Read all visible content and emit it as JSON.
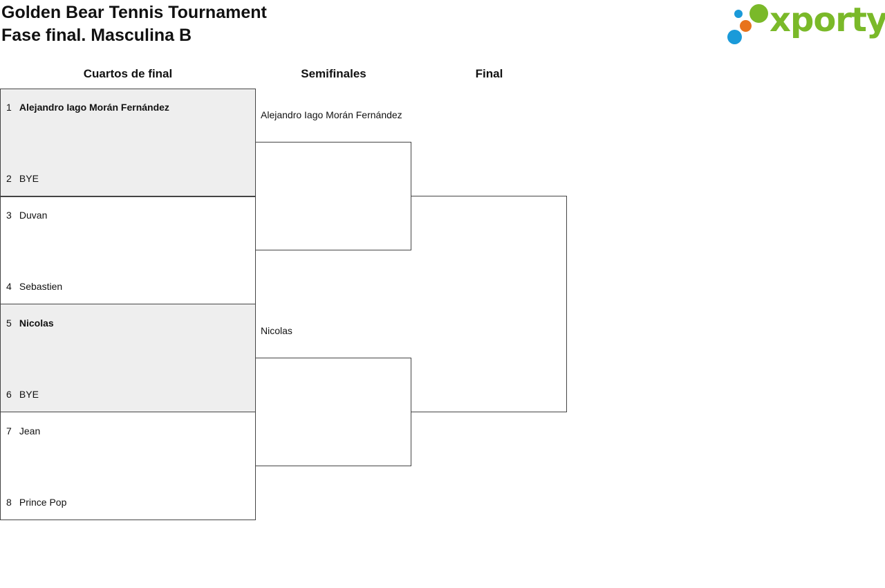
{
  "header": {
    "title_line1": "Golden Bear Tennis Tournament",
    "title_line2": "Fase final. Masculina B"
  },
  "logo": {
    "text": "xporty",
    "colors": {
      "green": "#7ab929",
      "orange": "#e8731c",
      "blue": "#1a9ad9"
    }
  },
  "rounds": [
    "Cuartos de final",
    "Semifinales",
    "Final"
  ],
  "quarterfinals": [
    {
      "shaded": true,
      "players": [
        {
          "seed": "1",
          "name": "Alejandro Iago Morán Fernández",
          "winner": true
        },
        {
          "seed": "2",
          "name": "BYE",
          "winner": false
        }
      ]
    },
    {
      "shaded": false,
      "players": [
        {
          "seed": "3",
          "name": "Duvan",
          "winner": false
        },
        {
          "seed": "4",
          "name": "Sebastien",
          "winner": false
        }
      ]
    },
    {
      "shaded": true,
      "players": [
        {
          "seed": "5",
          "name": "Nicolas",
          "winner": true
        },
        {
          "seed": "6",
          "name": "BYE",
          "winner": false
        }
      ]
    },
    {
      "shaded": false,
      "players": [
        {
          "seed": "7",
          "name": "Jean",
          "winner": false
        },
        {
          "seed": "8",
          "name": "Prince Pop",
          "winner": false
        }
      ]
    }
  ],
  "semifinals": [
    {
      "advanced": "Alejandro Iago Morán Fernández"
    },
    {
      "advanced": "Nicolas"
    }
  ]
}
